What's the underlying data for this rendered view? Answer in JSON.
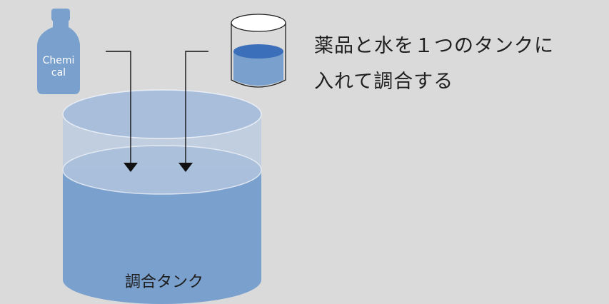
{
  "caption": {
    "line1": "薬品と水を１つのタンクに",
    "line2": "入れて調合する"
  },
  "bottle": {
    "label_line1": "Chemi",
    "label_line2": "cal"
  },
  "tank": {
    "label": "調合タンク"
  },
  "colors": {
    "background": "#dadada",
    "liquid": "#7aa0cd",
    "liquid_surface": "#a8bedb",
    "tank_glass": "#c1cee0",
    "water_dark": "#3b6fba",
    "arrow": "#111111",
    "text": "#1e1e1e"
  }
}
